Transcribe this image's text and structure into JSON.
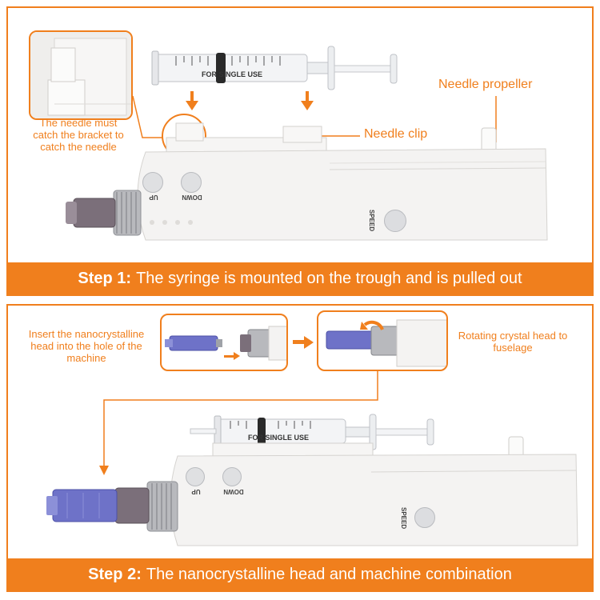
{
  "step1": {
    "callout_bracket": "The needle must catch the bracket to catch the needle",
    "needle_propeller": "Needle propeller",
    "needle_clip": "Needle clip",
    "syringe_text": "FOR SINGLE USE",
    "button_up": "UP",
    "button_down": "DOWN",
    "button_speed": "SPEED",
    "banner_step": "Step 1:",
    "banner_text": "The syringe is mounted on the trough and is pulled out"
  },
  "step2": {
    "insert_label": "Insert the nanocrystalline head into the hole of the machine",
    "rotate_label": "Rotating crystal head to fuselage",
    "syringe_text": "FOR SINGLE USE",
    "button_up": "UP",
    "button_down": "DOWN",
    "button_speed": "SPEED",
    "banner_step": "Step 2:",
    "banner_text": "The nanocrystalline head and machine combination"
  },
  "colors": {
    "accent": "#f07f1d",
    "device_body": "#f4f3f2",
    "needle_cap": "#6e72c8"
  }
}
